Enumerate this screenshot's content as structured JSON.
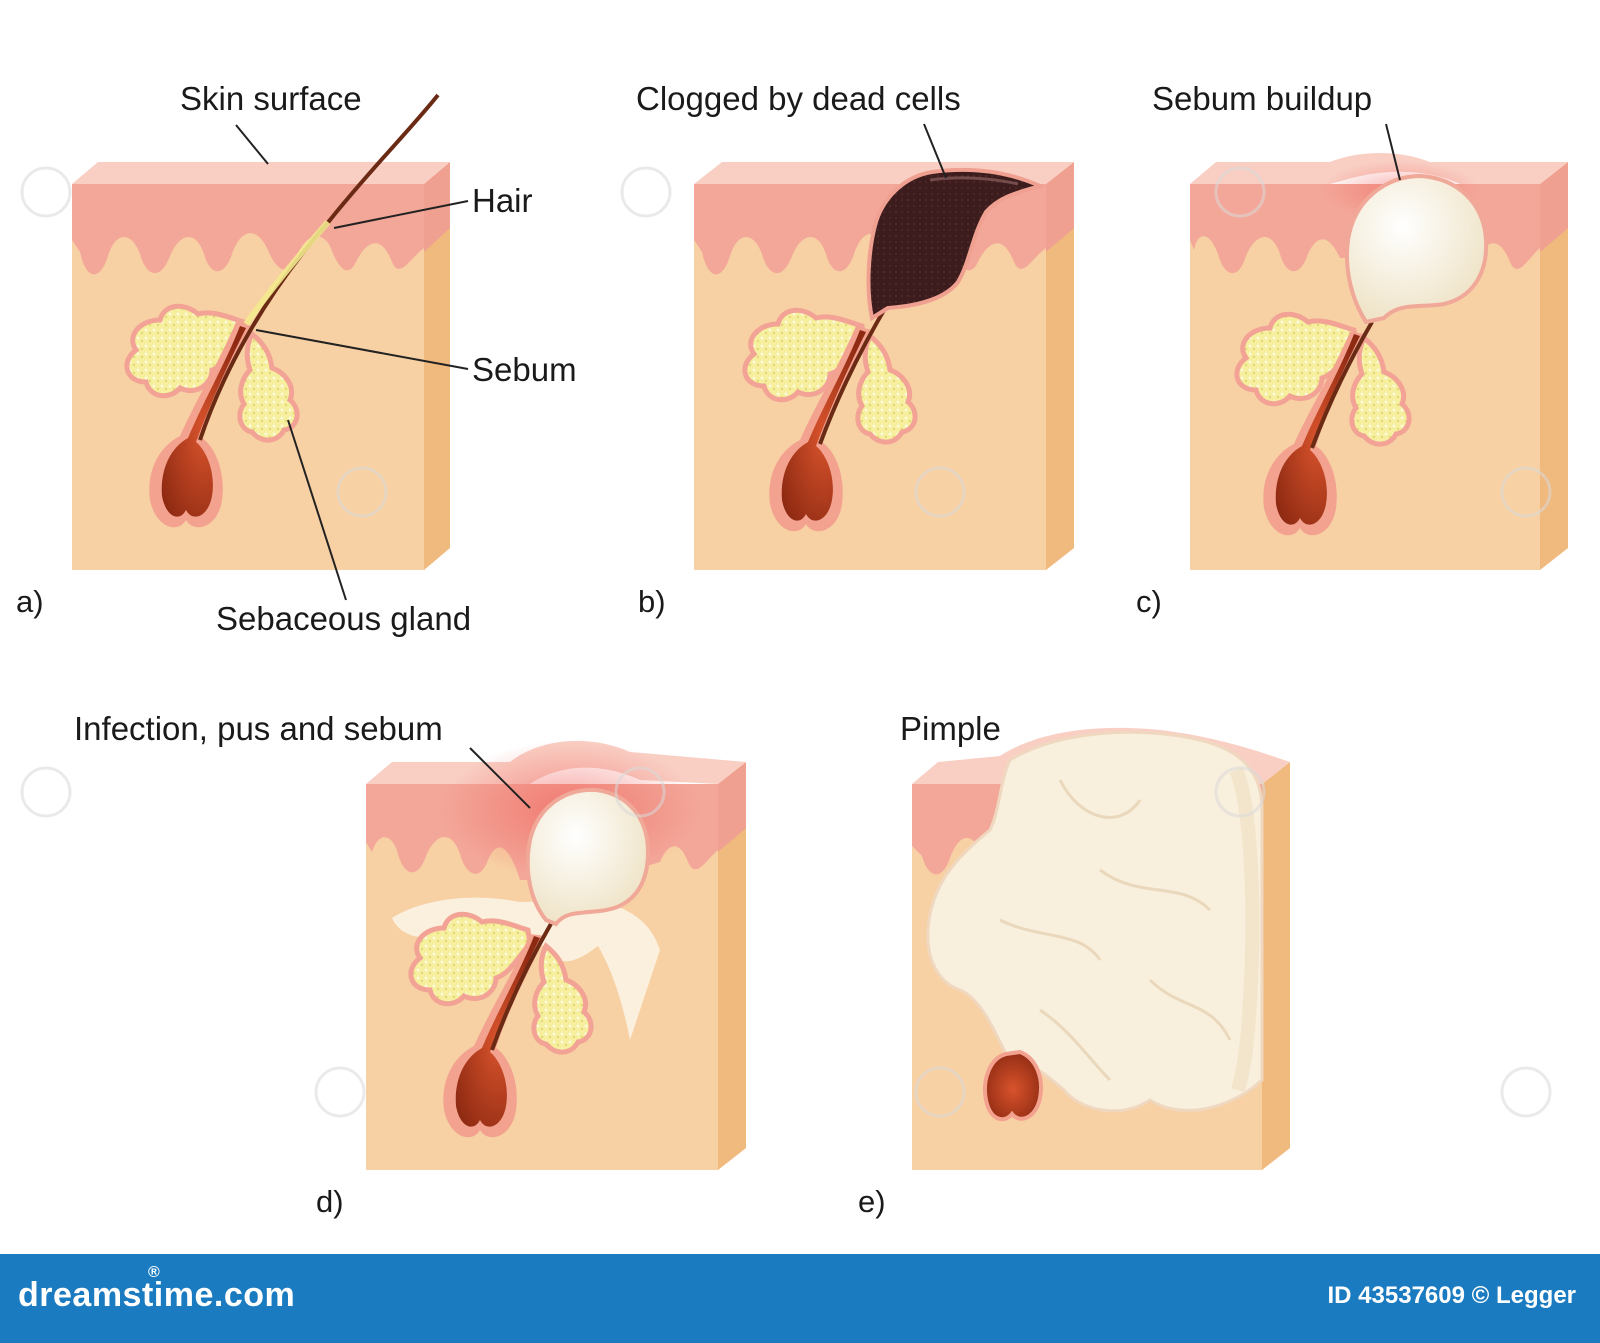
{
  "panels": [
    {
      "id": "a",
      "letter": "a)",
      "labels": {
        "skin_surface": "Skin surface",
        "hair": "Hair",
        "sebum": "Sebum",
        "sebaceous_gland": "Sebaceous gland"
      }
    },
    {
      "id": "b",
      "letter": "b)",
      "labels": {
        "main": "Clogged by dead cells"
      }
    },
    {
      "id": "c",
      "letter": "c)",
      "labels": {
        "main": "Sebum buildup"
      }
    },
    {
      "id": "d",
      "letter": "d)",
      "labels": {
        "main": "Infection, pus and sebum"
      }
    },
    {
      "id": "e",
      "letter": "e)",
      "labels": {
        "main": "Pimple"
      }
    }
  ],
  "footer": {
    "brand": "dreamstime.com",
    "registered": "®",
    "image_id": "ID 43537609 © Legger"
  },
  "colors": {
    "dermis": "#f6cfa3",
    "dermis_side": "#f2bc82",
    "epidermis": "#f2a89a",
    "epidermis_top": "#f7c3b8",
    "follicle": "#b83a1e",
    "gland": "#f4eea0",
    "sebum_plug": "#fbf6e6",
    "blackhead": "#3a1a1a",
    "footer": "#1b7bc1"
  }
}
